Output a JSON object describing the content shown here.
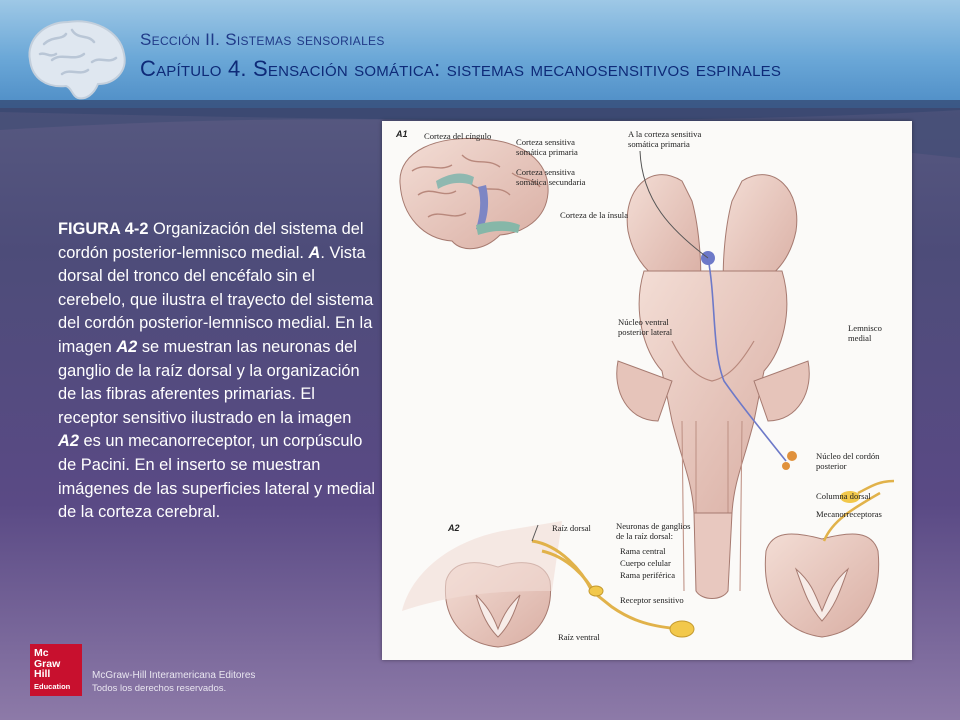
{
  "header": {
    "section": "Sección II. Sistemas sensoriales",
    "chapter": "Capítulo 4. Sensación somática: sistemas mecanosensitivos espinales"
  },
  "caption": {
    "label": "FIGURA 4-2",
    "part1": " Organización del sistema del cordón posterior-lemnisco medial. ",
    "a_ref": "A",
    "part2": ". Vista dorsal del tronco del encéfalo sin el cerebelo, que ilustra el trayecto del sistema del cordón posterior-lemnisco medial. En la imagen ",
    "a2_ref_1": "A2",
    "part3": " se muestran las neuronas del ganglio de la raíz dorsal y la organización de las fibras aferentes primarias. El receptor sensitivo ilustrado en la imagen ",
    "a2_ref_2": "A2",
    "part4": " es un mecanorreceptor, un corpúsculo de Pacini. En el inserto se muestran imágenes de las superficies lateral y medial de la corteza cerebral."
  },
  "figure": {
    "panel_a1": "A1",
    "panel_a2": "A2",
    "labels": {
      "cingulate": "Corteza del cíngulo",
      "primary_somatosensory": "Corteza sensitiva\nsomática primaria",
      "secondary_somatosensory": "Corteza sensitiva\nsomática secundaria",
      "insula": "Corteza de la ínsula",
      "to_cortex": "A la corteza sensitiva\nsomática primaria",
      "vpl_nucleus": "Núcleo ventral\nposterior lateral",
      "medial_lemniscus": "Lemnisco\nmedial",
      "dorsal_column_nucleus": "Núcleo del cordón\nposterior",
      "dorsal_column": "Columna dorsal",
      "mechanoreceptors": "Mecanorreceptoras",
      "dorsal_root": "Raíz dorsal",
      "drg_neurons": "Neuronas de ganglios\nde la raíz dorsal:",
      "central_branch": "Rama central",
      "cell_body": "Cuerpo celular",
      "peripheral_branch": "Rama periférica",
      "sensory_receptor": "Receptor sensitivo",
      "ventral_root": "Raíz ventral"
    }
  },
  "footer": {
    "publisher_logo": [
      "Mc",
      "Graw",
      "Hill",
      "Education"
    ],
    "line1": "McGraw-Hill Interamericana Editores",
    "line2": "Todos los derechos reservados."
  },
  "colors": {
    "header_title": "#203a88",
    "tissue": "#eccfc6",
    "tissue_dark": "#c9998e",
    "pathway_blue": "#6d79c8",
    "receptor_yellow": "#f2c84b"
  }
}
